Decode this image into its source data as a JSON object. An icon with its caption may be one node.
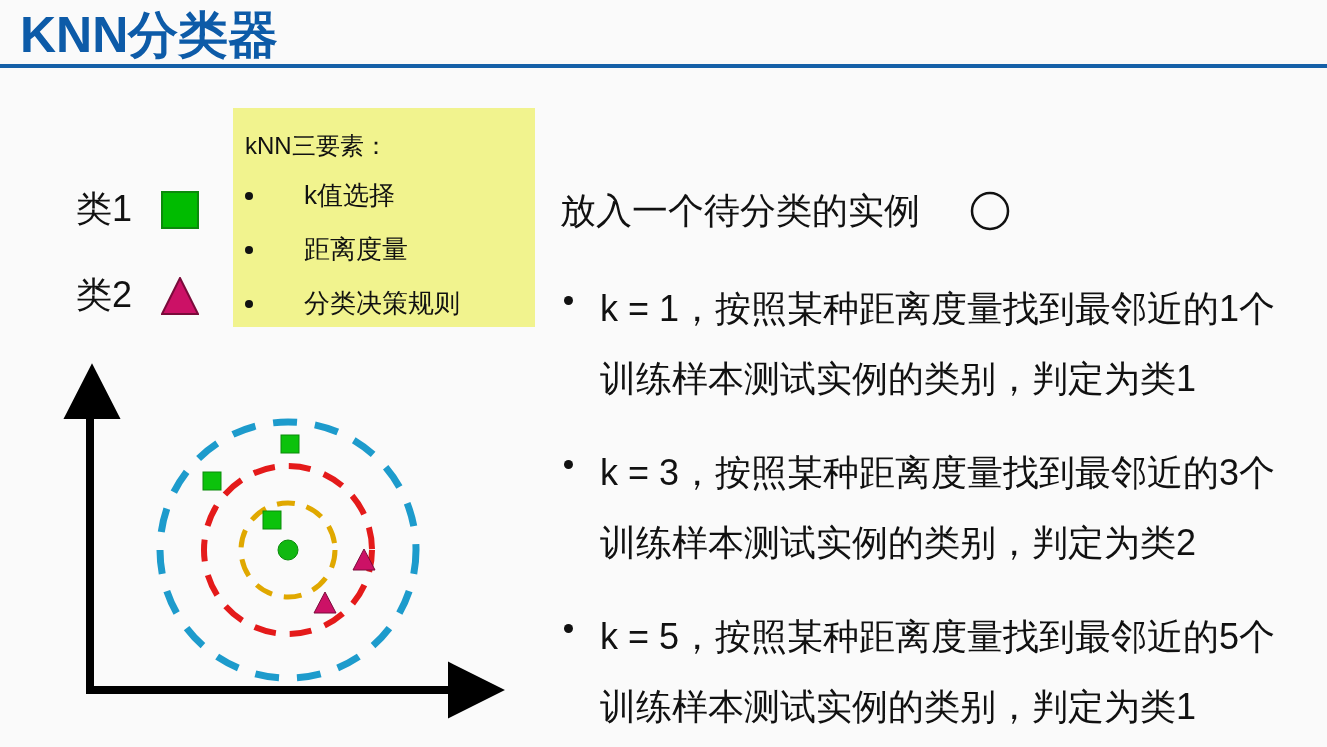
{
  "diagram": {
    "title": "KNN分类器",
    "nodes": [
      {
        "text": [
          "kNN三要素：",
          "k值选择",
          "距离度量",
          "分类决策规则"
        ]
      }
    ],
    "labels": [
      "放入一个待分类的实例",
      "k = 1，按照某种距离度量找到最邻近的1个训练样本测试实例的类别，判定为类1",
      "k = 3，按照某种距离度量找到最邻近的3个训练样本测试实例的类别，判定为类2",
      "k = 5，按照某种距离度量找到最邻近的5个训练样本测试实例的类别，判定为类1"
    ],
    "legend": [
      {
        "text": "类1"
      },
      {
        "text": "类2"
      }
    ]
  }
}
